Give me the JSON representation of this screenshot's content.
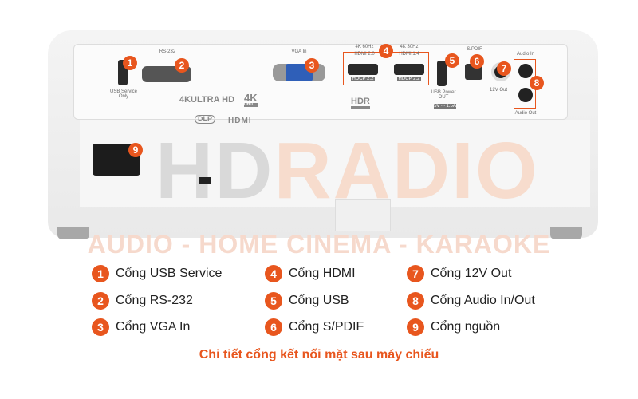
{
  "watermark": {
    "brand_hd": "HD",
    "brand_radio": "RADIO",
    "tagline": "AUDIO - HOME CINEMA - KARAOKE"
  },
  "colors": {
    "accent": "#e8561e",
    "vga": "#2f5fb8"
  },
  "panel_labels": {
    "usb_service": "USB Service Only",
    "rs232": "RS-232",
    "vga": "VGA In",
    "hdmi1_top": "4K 60Hz",
    "hdmi1": "HDMI 2.0",
    "hdmi2_top": "4K 30Hz",
    "hdmi2": "HDMI 1.4",
    "hdcp1": "HDCP 2.2",
    "hdcp2": "HDCP 2.2",
    "usb_power": "USB Power OUT",
    "usb_rating": "5V ⎓ 1.5A",
    "spdif": "S/PDIF",
    "v12": "12V Out",
    "audio_in": "Audio In",
    "audio_out": "Audio Out"
  },
  "logos": {
    "ultrahd": "4KULTRA HD",
    "uhd": "4K",
    "uhd_sub": "UHD",
    "hdr": "HDR",
    "dlp": "DLP",
    "hdmi": "HDMI"
  },
  "markers": [
    "1",
    "2",
    "3",
    "4",
    "5",
    "6",
    "7",
    "8",
    "9"
  ],
  "legend": [
    {
      "num": "1",
      "label": "Cổng USB Service"
    },
    {
      "num": "2",
      "label": "Cổng RS-232"
    },
    {
      "num": "3",
      "label": "Cổng VGA In"
    },
    {
      "num": "4",
      "label": "Cổng HDMI"
    },
    {
      "num": "5",
      "label": "Cổng USB"
    },
    {
      "num": "6",
      "label": "Cổng S/PDIF"
    },
    {
      "num": "7",
      "label": "Cổng 12V Out"
    },
    {
      "num": "8",
      "label": "Cổng Audio In/Out"
    },
    {
      "num": "9",
      "label": "Cổng nguồn"
    }
  ],
  "caption": "Chi tiết cổng kết nối mặt sau máy chiếu"
}
